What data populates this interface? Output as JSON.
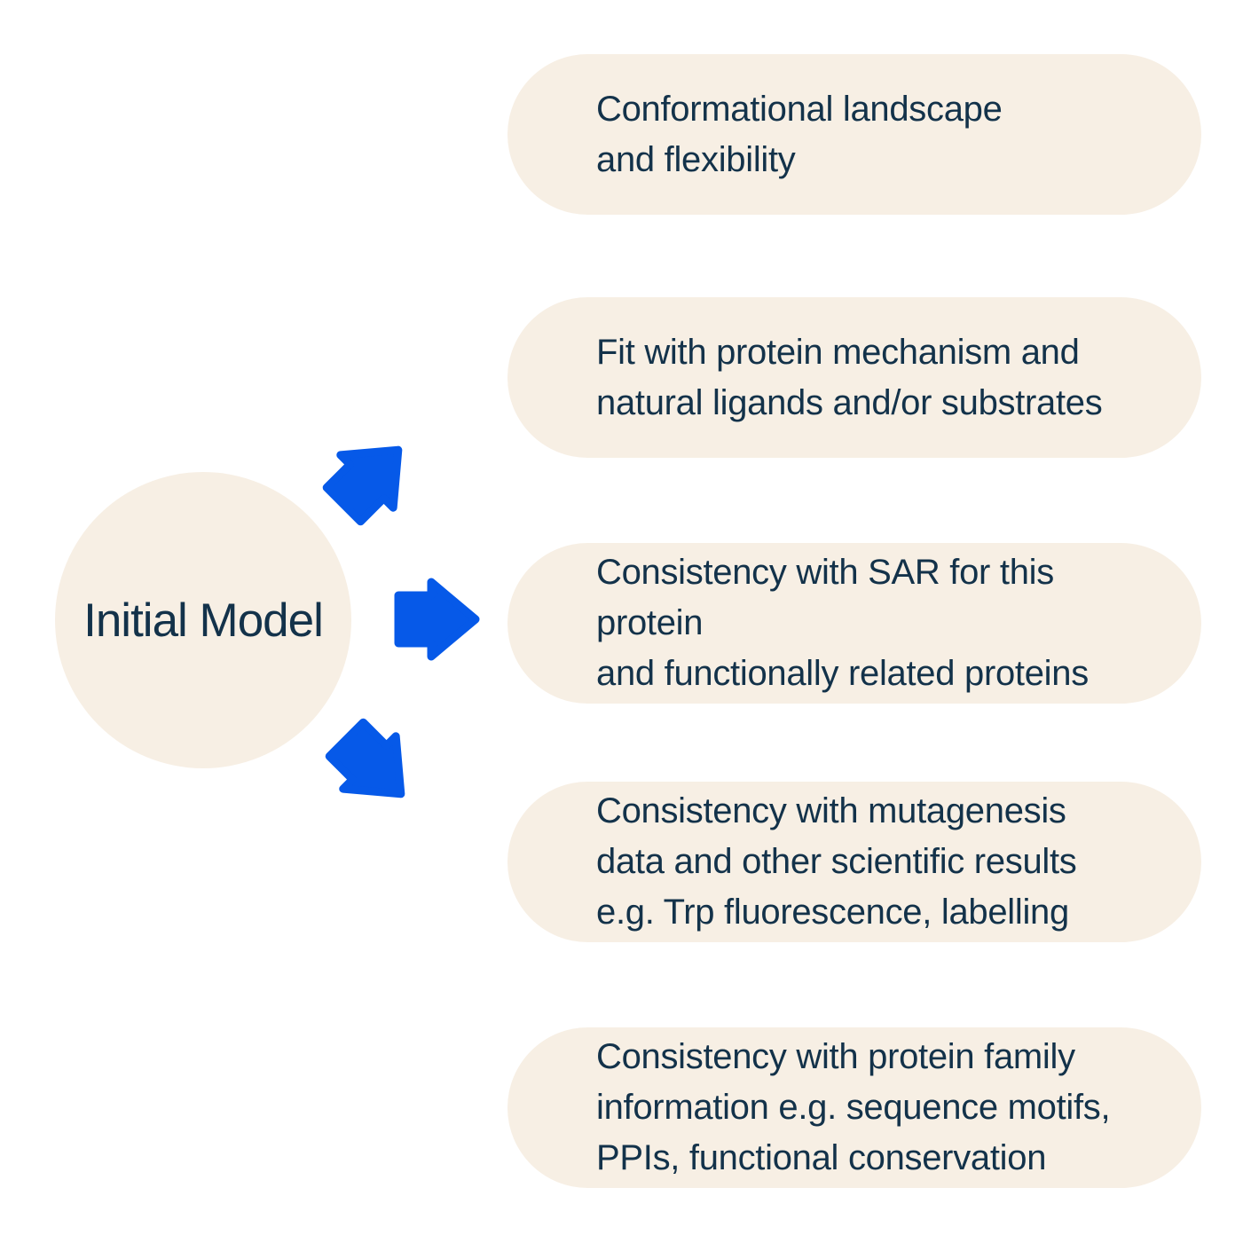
{
  "colors": {
    "arrow_blue": "#0659e8",
    "node_cream": "#f7efe4",
    "text_navy": "#13324a",
    "background": "#ffffff"
  },
  "diagram": {
    "center_node": {
      "label": "Initial Model"
    },
    "arrows": [
      {
        "name": "arrow-up-right"
      },
      {
        "name": "arrow-right"
      },
      {
        "name": "arrow-down-right"
      }
    ],
    "boxes": [
      {
        "label": "Conformational landscape\nand flexibility"
      },
      {
        "label": "Fit with protein mechanism and\nnatural ligands and/or substrates"
      },
      {
        "label": "Consistency with SAR for this protein\nand functionally related proteins"
      },
      {
        "label": "Consistency with mutagenesis\ndata and other scientific results\ne.g. Trp fluorescence, labelling"
      },
      {
        "label": "Consistency with protein family\ninformation e.g. sequence motifs,\nPPIs, functional conservation"
      }
    ]
  }
}
